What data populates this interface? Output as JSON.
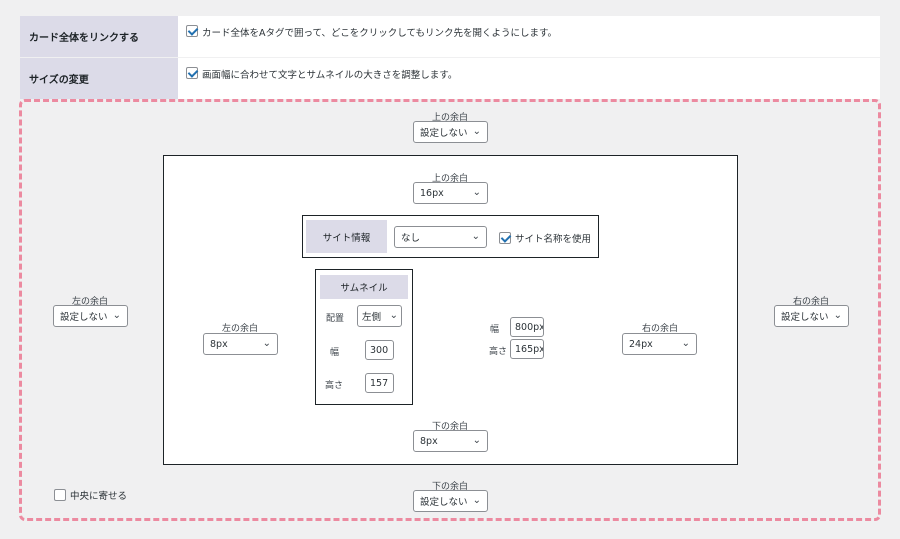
{
  "settings": {
    "link_card": {
      "label": "カード全体をリンクする",
      "desc": "カード全体をAタグで囲って、どこをクリックしてもリンク先を開くようにします。",
      "checked": true
    },
    "resize": {
      "label": "サイズの変更",
      "desc": "画面幅に合わせて文字とサムネイルの大きさを調整します。",
      "checked": true
    }
  },
  "outer": {
    "top_label": "上の余白",
    "top_value": "設定しない",
    "left_label": "左の余白",
    "left_value": "設定しない",
    "right_label": "右の余白",
    "right_value": "設定しない",
    "bottom_label": "下の余白",
    "bottom_value": "設定しない",
    "center_label": "中央に寄せる"
  },
  "inner": {
    "top_label": "上の余白",
    "top_value": "16px",
    "left_label": "左の余白",
    "left_value": "8px",
    "right_label": "右の余白",
    "right_value": "24px",
    "bottom_label": "下の余白",
    "bottom_value": "8px"
  },
  "site_info": {
    "label": "サイト情報",
    "value": "なし",
    "use_name_label": "サイト名称を使用",
    "use_name_checked": true
  },
  "thumbnail": {
    "label": "サムネイル",
    "position_label": "配置",
    "position_value": "左側",
    "width_label": "幅",
    "width_value": "300",
    "height_label": "高さ",
    "height_value": "157"
  },
  "card_size": {
    "width_label": "幅",
    "width_value": "800px",
    "height_label": "高さ",
    "height_value": "165px"
  },
  "icons": {
    "chevron": "chevron-down-icon",
    "check": "checkmark-icon"
  },
  "colors": {
    "label_bg": "#dcdbe8",
    "dash_border": "#ec8aa0",
    "check": "#2271b1"
  }
}
